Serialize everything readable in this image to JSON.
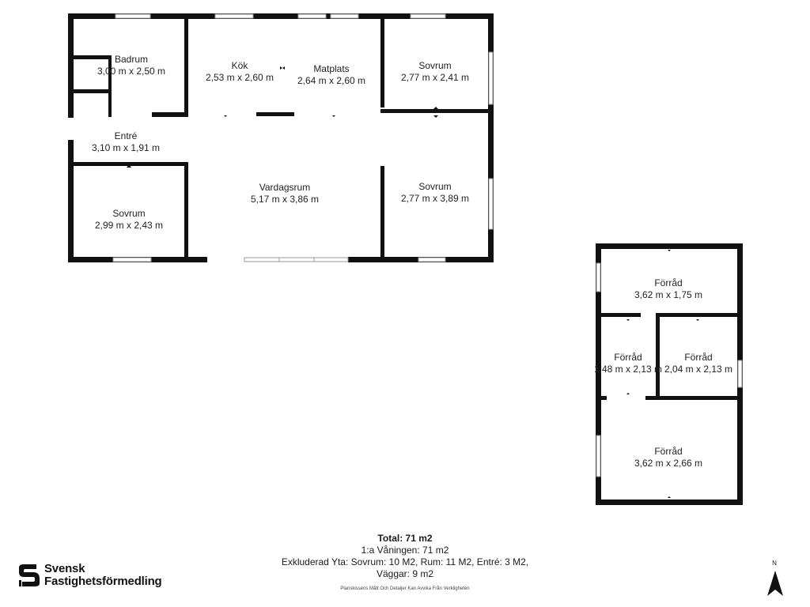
{
  "rooms": [
    {
      "name": "Badrum",
      "size": "3,00 m x 2,50 m"
    },
    {
      "name": "Kök",
      "size": "2,53 m x 2,60 m"
    },
    {
      "name": "Matplats",
      "size": "2,64 m x 2,60 m"
    },
    {
      "name": "Sovrum",
      "size": "2,77 m x 2,41 m"
    },
    {
      "name": "Entré",
      "size": "3,10 m x 1,91 m"
    },
    {
      "name": "Vardagsrum",
      "size": "5,17 m x 3,86 m"
    },
    {
      "name": "Sovrum",
      "size": "2,77 m x 3,89 m"
    },
    {
      "name": "Sovrum",
      "size": "2,99 m x 2,43 m"
    },
    {
      "name": "Förråd",
      "size": "3,62 m x 1,75 m"
    },
    {
      "name": "Förråd",
      "size": "1,48 m x 2,13 m"
    },
    {
      "name": "Förråd",
      "size": "2,04 m x 2,13 m"
    },
    {
      "name": "Förråd",
      "size": "3,62 m x 2,66 m"
    }
  ],
  "summary": {
    "total": "Total: 71 m2",
    "floor": "1:a Våningen: 71 m2",
    "excluded_1": "Exkluderad Yta: Sovrum: 10 M2, Rum: 11 M2, Entré: 3 M2,",
    "excluded_2": "Väggar: 9 m2"
  },
  "disclaimer": "Planskissens Mått Och Detaljer Kan Avvika Från Verkligheten",
  "brand": {
    "line1": "Svensk",
    "line2": "Fastighetsförmedling",
    "logo_icon": "svensk-fastighetsformedling-logo"
  },
  "compass": {
    "label": "N",
    "icon": "north-arrow-icon"
  },
  "colors": {
    "wall": "#111111",
    "window": "#cccccc",
    "text": "#222222"
  }
}
